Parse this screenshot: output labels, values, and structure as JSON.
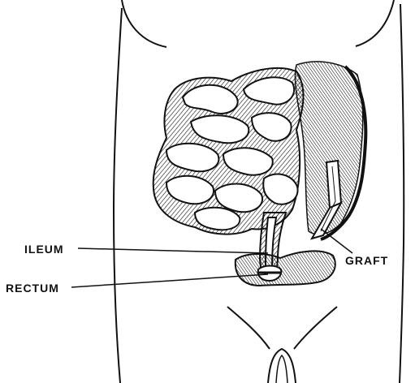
{
  "labels": {
    "ileum": "ILEUM",
    "rectum": "RECTUM",
    "graft": "GRAFT"
  },
  "colors": {
    "ink": "#111111",
    "background": "#ffffff"
  }
}
